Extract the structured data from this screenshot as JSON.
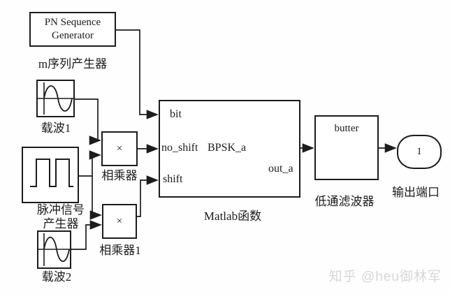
{
  "canvas": {
    "bg": "#fefefe",
    "line_color": "#1c1c1c"
  },
  "blocks": {
    "pn": {
      "line1": "PN  Sequence",
      "line2": "Generator",
      "label": "m序列产生器"
    },
    "carrier1": {
      "label": "载波1"
    },
    "pulse": {
      "label_line1": "脉冲信号",
      "label_line2": "产生器"
    },
    "carrier2": {
      "label": "载波2"
    },
    "mult1": {
      "symbol": "×",
      "label": "相乘器"
    },
    "mult2": {
      "symbol": "×",
      "label": "相乘器1"
    },
    "matlab": {
      "port_bit": "bit",
      "port_no_shift": "no_shift",
      "fn_name": "BPSK_a",
      "port_shift": "shift",
      "port_out": "out_a",
      "label": "Matlab函数"
    },
    "butter": {
      "text": "butter",
      "label": "低通滤波器"
    },
    "outport": {
      "number": "1",
      "label": "输出端口"
    }
  },
  "watermark": {
    "text": "知乎 @heu御林军",
    "color": "#d7d7d7"
  }
}
